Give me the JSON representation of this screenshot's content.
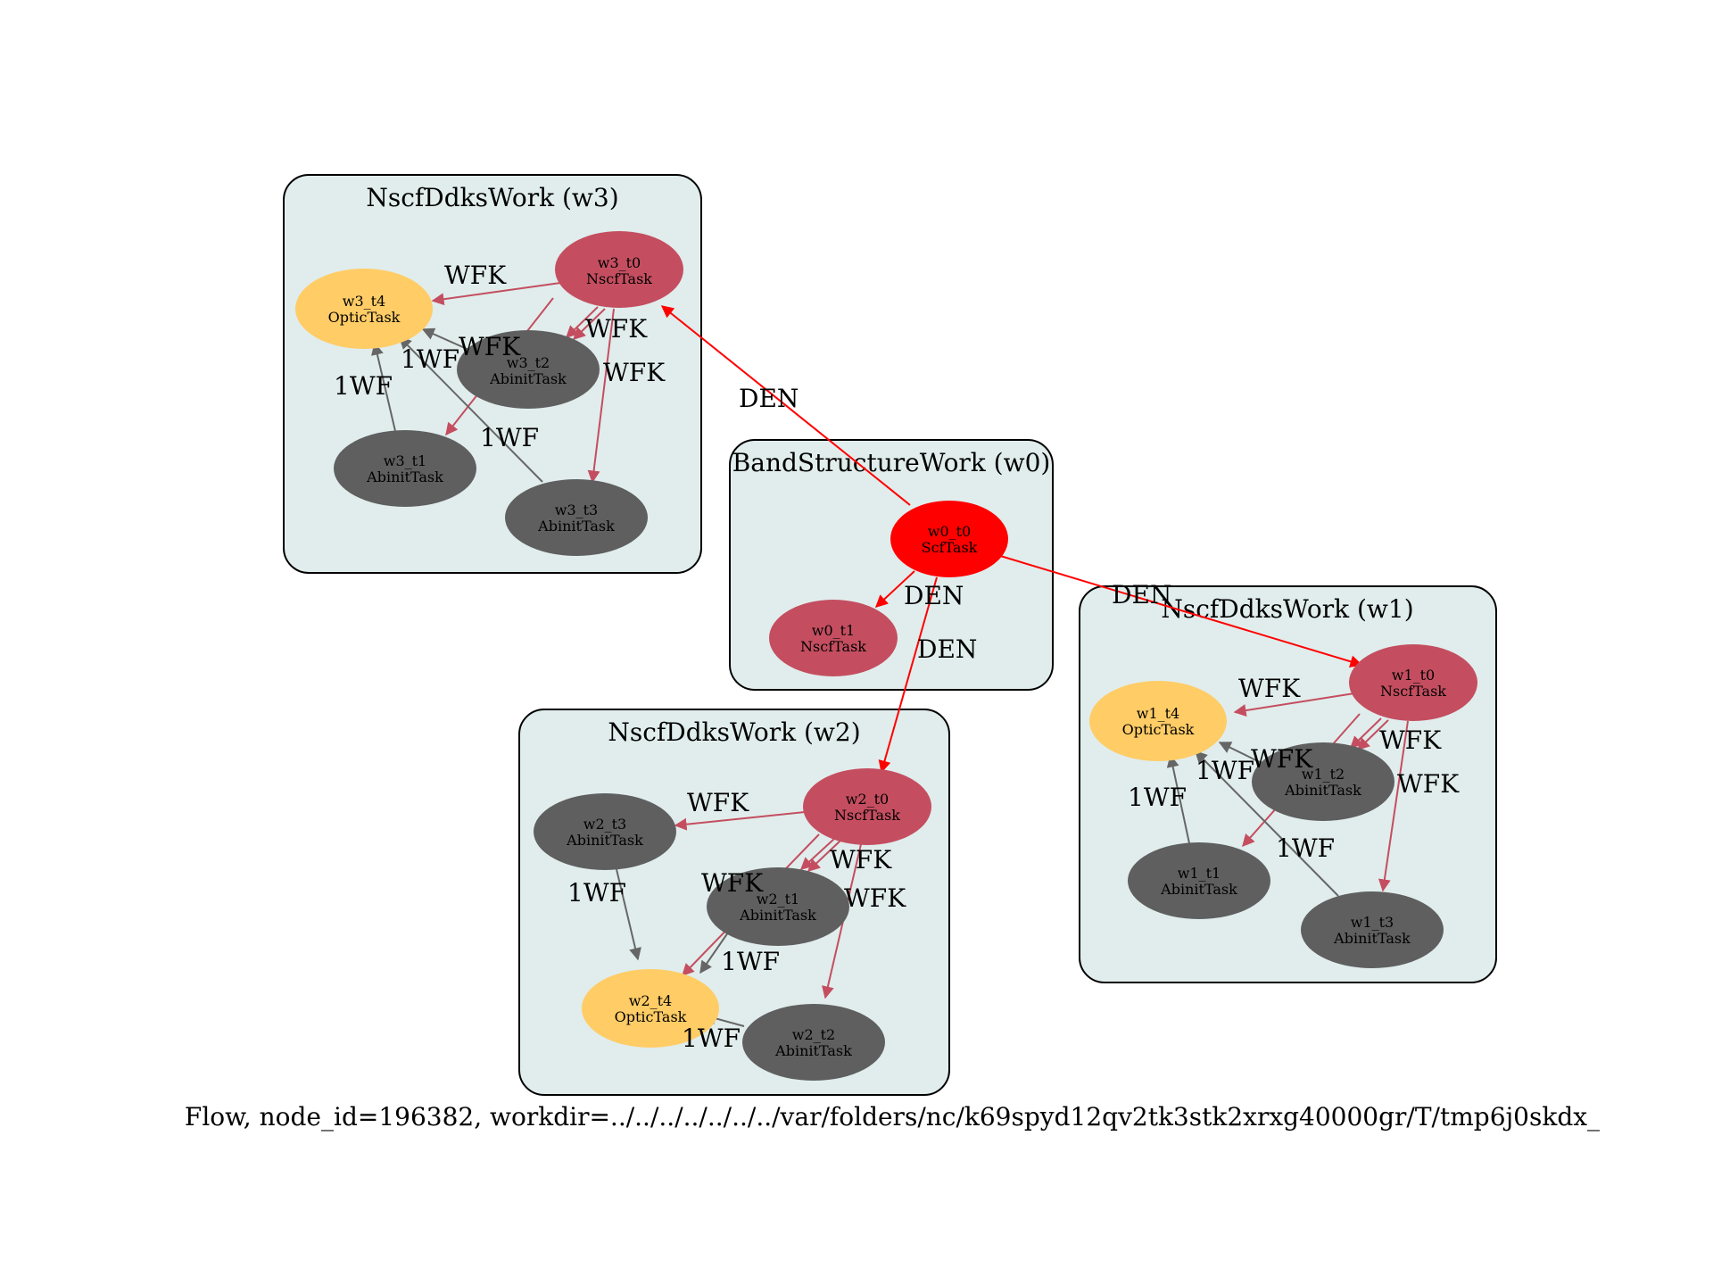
{
  "colors": {
    "cluster_fill": "#e0edec",
    "cluster_stroke": "#000000",
    "scf_node": "#ff0000",
    "nscf_node": "#c44e60",
    "abinit_node": "#5f5f5f",
    "optic_node": "#ffcc66",
    "den_edge": "#ff0000",
    "wfk_edge": "#c44e60",
    "onewf_edge": "#666666"
  },
  "clusters": {
    "w0": {
      "title": "BandStructureWork (w0)"
    },
    "w1": {
      "title": "NscfDdksWork (w1)"
    },
    "w2": {
      "title": "NscfDdksWork (w2)"
    },
    "w3": {
      "title": "NscfDdksWork (w3)"
    }
  },
  "nodes": {
    "w0_t0": {
      "id": "w0_t0",
      "type": "ScfTask"
    },
    "w0_t1": {
      "id": "w0_t1",
      "type": "NscfTask"
    },
    "w1_t0": {
      "id": "w1_t0",
      "type": "NscfTask"
    },
    "w1_t1": {
      "id": "w1_t1",
      "type": "AbinitTask"
    },
    "w1_t2": {
      "id": "w1_t2",
      "type": "AbinitTask"
    },
    "w1_t3": {
      "id": "w1_t3",
      "type": "AbinitTask"
    },
    "w1_t4": {
      "id": "w1_t4",
      "type": "OpticTask"
    },
    "w2_t0": {
      "id": "w2_t0",
      "type": "NscfTask"
    },
    "w2_t1": {
      "id": "w2_t1",
      "type": "AbinitTask"
    },
    "w2_t2": {
      "id": "w2_t2",
      "type": "AbinitTask"
    },
    "w2_t3": {
      "id": "w2_t3",
      "type": "AbinitTask"
    },
    "w2_t4": {
      "id": "w2_t4",
      "type": "OpticTask"
    },
    "w3_t0": {
      "id": "w3_t0",
      "type": "NscfTask"
    },
    "w3_t1": {
      "id": "w3_t1",
      "type": "AbinitTask"
    },
    "w3_t2": {
      "id": "w3_t2",
      "type": "AbinitTask"
    },
    "w3_t3": {
      "id": "w3_t3",
      "type": "AbinitTask"
    },
    "w3_t4": {
      "id": "w3_t4",
      "type": "OpticTask"
    }
  },
  "edge_labels": {
    "den": "DEN",
    "wfk": "WFK",
    "onewf": "1WF"
  },
  "caption": "Flow, node_id=196382, workdir=../../../../../../../var/folders/nc/k69spyd12qv2tk3stk2xrxg40000gr/T/tmp6j0skdx_"
}
